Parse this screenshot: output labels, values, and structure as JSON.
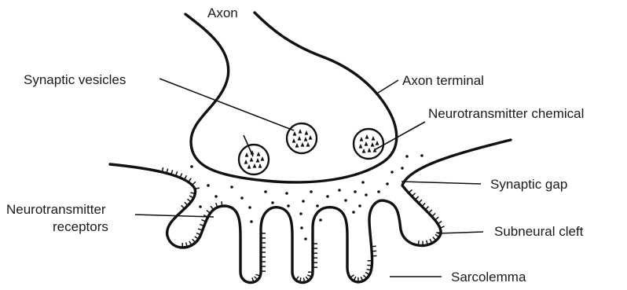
{
  "labels": {
    "axon": "Axon",
    "axon_terminal": "Axon terminal",
    "synaptic_vesicles": "Synaptic vesicles",
    "neurotransmitter_chemical": "Neurotransmitter chemical",
    "synaptic_gap": "Synaptic gap",
    "neurotransmitter_receptors_line1": "Neurotransmitter",
    "neurotransmitter_receptors_line2": "receptors",
    "subneural_cleft": "Subneural cleft",
    "sarcolemma": "Sarcolemma"
  }
}
